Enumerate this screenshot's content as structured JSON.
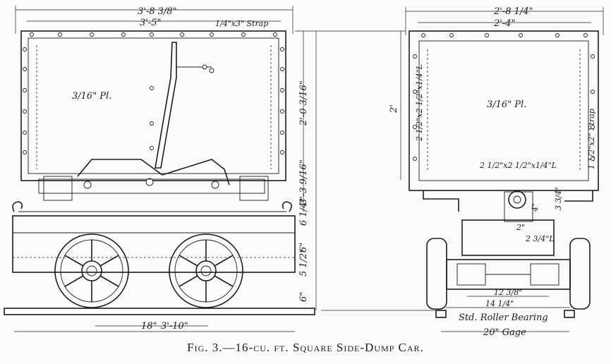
{
  "caption": "Fig. 3.—16-cu. ft. Square Side-Dump Car.",
  "side_view": {
    "overall_width": "3'-8 3/8\"",
    "body_width": "3'-5\"",
    "strap": "1/4\"x3\" Strap",
    "plate": "3/16\" Pl.",
    "box_height": "2'-0 3/16\"",
    "total_height": "3'-3 9/16\"",
    "dim_6_1_4": "6 1/4\"",
    "dim_6a": "6\"",
    "dim_5_1_2": "5 1/2\"",
    "dim_6b": "6\"",
    "wheel_label": "18\"",
    "wheelbase": "3'-10\""
  },
  "end_view": {
    "overall_width": "2'-8 1/4\"",
    "body_width": "2'-4\"",
    "height": "2'",
    "angle_left": "2 1/2\"x2 1/2\"x1/4\"L",
    "plate": "3/16\" Pl.",
    "strap": "1 1/2\"x2\" Strap",
    "angle_bottom": "2 1/2\"x2 1/2\"x1/4\"L",
    "dim_4": "4\"",
    "dim_3_3_4": "3 3/4\"",
    "dim_2": "2\"",
    "angle_small": "2 3/4\"L",
    "axle_inner": "12 3/8\"",
    "axle_outer": "14 1/4\"",
    "bearing": "Std. Roller Bearing",
    "gage": "20\" Gage"
  }
}
